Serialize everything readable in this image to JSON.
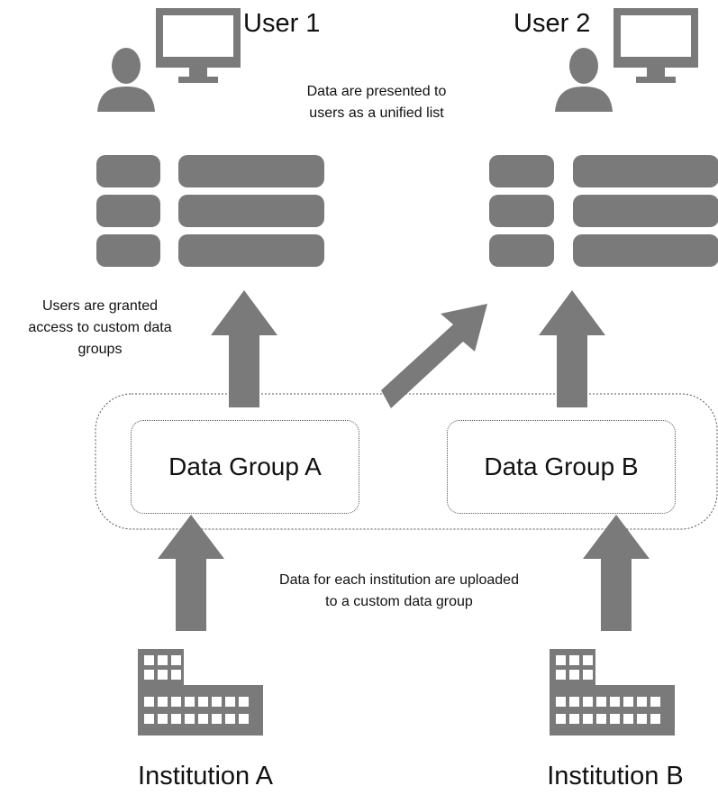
{
  "users": [
    {
      "label": "User 1"
    },
    {
      "label": "User 2"
    }
  ],
  "annotations": {
    "presented": "Data are presented to\nusers as a unified list",
    "granted": "Users are granted\naccess to custom data\ngroups",
    "uploaded": "Data for each institution are uploaded\nto a custom data group"
  },
  "groups": [
    {
      "label": "Data Group A"
    },
    {
      "label": "Data Group B"
    }
  ],
  "institutions": [
    {
      "label": "Institution A"
    },
    {
      "label": "Institution B"
    }
  ],
  "colors": {
    "shape_fill": "#7a7a7a",
    "border": "#555555"
  },
  "icons": [
    "person-icon",
    "monitor-icon",
    "list-icon",
    "building-icon",
    "arrow-icon"
  ]
}
